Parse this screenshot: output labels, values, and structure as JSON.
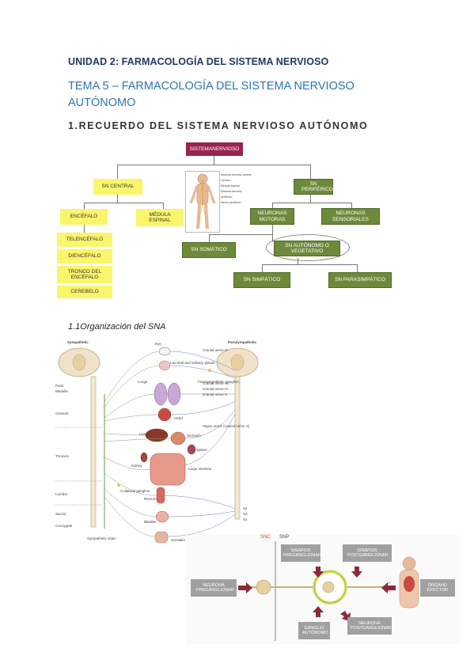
{
  "header": {
    "unit_title": "UNIDAD 2: FARMACOLOGÍA DEL SISTEMA NERVIOSO",
    "tema_title": "TEMA 5 – FARMACOLOGÍA DEL SISTEMA NERVIOSO AUTÓNOMO"
  },
  "section1": {
    "heading": "1.RECUERDO DEL SISTEMA NERVIOSO AUTÓNOMO",
    "diagram": {
      "root": "SISTEMANERVIOSO",
      "central": "SN CENTRAL",
      "peripheral": "SN PERIFÉRICO",
      "encefalo": "ENCÉFALO",
      "medula": "MÉDULA ESPINAL",
      "telencefalo": "TELENCÉFALO",
      "diencefalo": "DIENCÉFALO",
      "tronco": "TRONCO DEL ENCÉFALO",
      "cerebelo": "CEREBELO",
      "motoras": "NEURONAS MOTORAS",
      "sensoriales": "NEURONAS SENSORIALES",
      "somatico": "SN SOMÁTICO",
      "autonomo": "SN AUTÓNOMO O VEGETATIVO",
      "simpatico": "SN SIMPÁTICO",
      "parasimpatico": "SN PARASIMPÁTICO",
      "body_labels": [
        "Sistema nervioso central",
        "Cerebro",
        "Médula espinal",
        "Sistema nervioso periférico",
        "Nervio periférico"
      ]
    }
  },
  "section11": {
    "heading": "1.1Organización del SNA",
    "anatomy": {
      "sympathetic": "Sympathetic",
      "parasympathetic": "Parasympathetic",
      "left_labels": [
        "Pons",
        "Medulla",
        "Cervical",
        "Thoracic",
        "Lumbar",
        "Sacral",
        "Coccygeal"
      ],
      "organs": [
        "Eye",
        "Lacrimal and salivary glands",
        "Lungs",
        "Heart",
        "Liver",
        "Stomach",
        "Spleen",
        "Kidney",
        "Large intestine",
        "Rectum",
        "Bladder",
        "Genitalia",
        "Parasympathetic ganglion",
        "Collateral ganglion",
        "Vagus nerve (cranial nerve X)"
      ],
      "cranial": [
        "Cranial nerve III",
        "Cranial nerve VII",
        "Cranial nerve IX",
        "Cranial nerve X"
      ],
      "chain": "Sympathetic chain",
      "sacral": [
        "S2",
        "S3",
        "S4"
      ]
    },
    "synapse": {
      "snc": "SNC",
      "snp": "SNP",
      "pre_neuron": "NEURONA PREGANGLIONAR",
      "pre_synapse": "SINAPSIS PREGANGLIONAR",
      "post_synapse": "SINAPSIS POSTGANGLIONAR",
      "organ": "ÓRGANO EFECTOR",
      "ganglion": "GANGLIO AUTÓNOMO",
      "post_neuron": "NEURONA POSTGANGLIONAR"
    }
  },
  "colors": {
    "unit": "#1f3864",
    "tema": "#2e75b6",
    "yellow": "#fbf56b",
    "green": "#6c8a3a",
    "maroon": "#9b2350",
    "snc_red": "#d0453a"
  }
}
